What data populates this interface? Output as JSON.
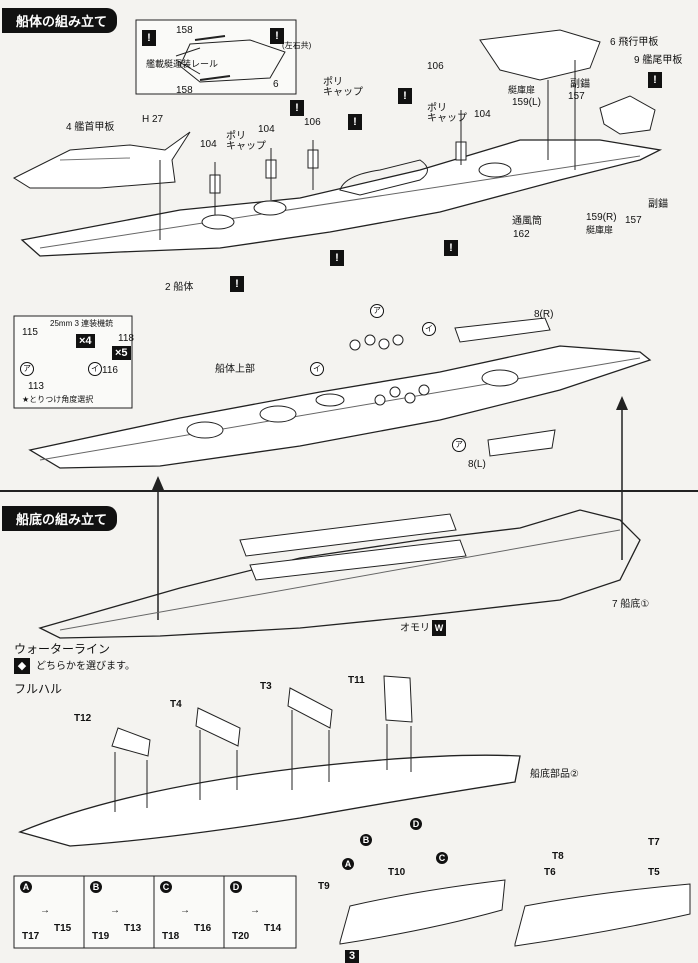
{
  "sections": {
    "hull_assembly": "船体の組み立て",
    "bottom_assembly": "船底の組み立て"
  },
  "hull": {
    "labels": {
      "p158a": "158",
      "p158b": "158",
      "rail": "艦載艇運装レール",
      "p6_inset": "6",
      "left_right": "(左右共)",
      "h27": "H 27",
      "bow_deck": "4 艦首甲板",
      "poly_cap_1": "ポリ\nキャップ",
      "poly_cap_2": "ポリ\nキャップ",
      "poly_cap_3": "ポリ\nキャップ",
      "p104a": "104",
      "p104b": "104",
      "p104c": "104",
      "p106a": "106",
      "p106b": "106",
      "hull_name": "2 船体",
      "flight_deck": "6 飛行甲板",
      "stern_deck": "9 艦尾甲板",
      "p159l": "159(L)",
      "boat_shed": "艇庫扉",
      "p157a": "157",
      "sub_anchor_1": "副錨",
      "sub_anchor_2": "副錨",
      "p157b": "157",
      "vent": "通風筒",
      "p162": "162",
      "p159r": "159(R)",
      "boat_shed_2": "艇庫扉"
    },
    "inset2": {
      "title": "25mm 3 連装機銃",
      "p115": "115",
      "x4": "×4",
      "p118": "118",
      "x5": "×5",
      "a": "ア",
      "i": "イ",
      "p113": "113",
      "p116": "116",
      "note": "★とりつけ角度選択"
    },
    "upper": {
      "name": "船体上部",
      "p8r": "8(R)",
      "p8l": "8(L)",
      "a": "ア",
      "i": "イ"
    }
  },
  "bottom": {
    "labels": {
      "keel1": "7 船底①",
      "weight": "オモリ",
      "waterline": "ウォーターライン",
      "choose": "どちらかを選びます。",
      "fullhull": "フルハル",
      "part2": "船底部品②",
      "t12": "T12",
      "t4": "T4",
      "t3": "T3",
      "t11": "T11",
      "t9": "T9",
      "t10": "T10",
      "t8": "T8",
      "t7": "T7",
      "t6": "T6",
      "t5": "T5",
      "A": "A",
      "B": "B",
      "C": "C",
      "D": "D"
    },
    "legend": [
      {
        "key": "A",
        "from": "T17",
        "to": "T15"
      },
      {
        "key": "B",
        "from": "T19",
        "to": "T13"
      },
      {
        "key": "C",
        "from": "T18",
        "to": "T16"
      },
      {
        "key": "D",
        "from": "T20",
        "to": "T14"
      }
    ]
  },
  "page_number": "3"
}
